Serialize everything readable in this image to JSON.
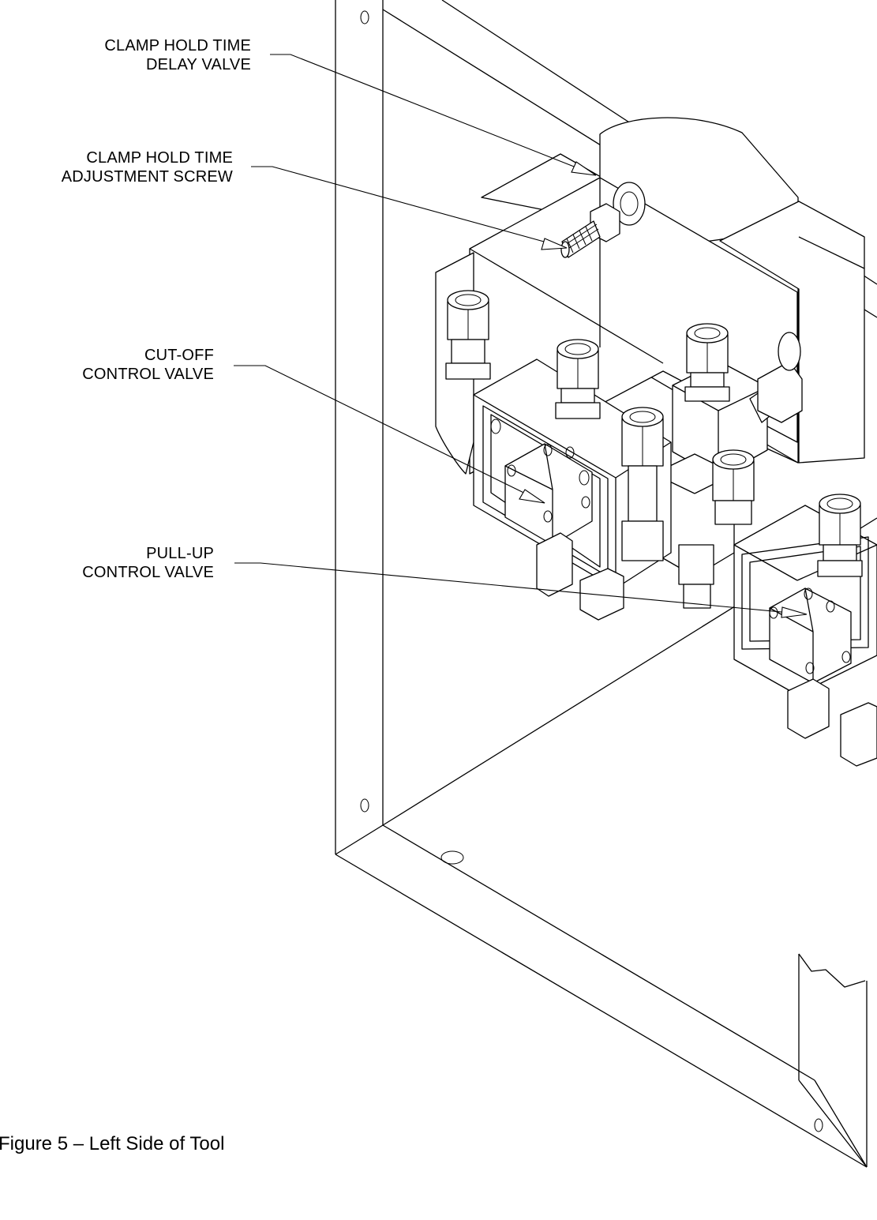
{
  "callouts": [
    {
      "id": "delay-valve",
      "line1": "CLAMP HOLD TIME",
      "line2": "DELAY VALVE"
    },
    {
      "id": "adjust-screw",
      "line1": "CLAMP HOLD TIME",
      "line2": "ADJUSTMENT SCREW"
    },
    {
      "id": "cutoff-valve",
      "line1": "CUT-OFF",
      "line2": "CONTROL VALVE"
    },
    {
      "id": "pullup-valve",
      "line1": "PULL-UP",
      "line2": "CONTROL VALVE"
    }
  ],
  "caption": "Figure 5 – Left Side of Tool"
}
